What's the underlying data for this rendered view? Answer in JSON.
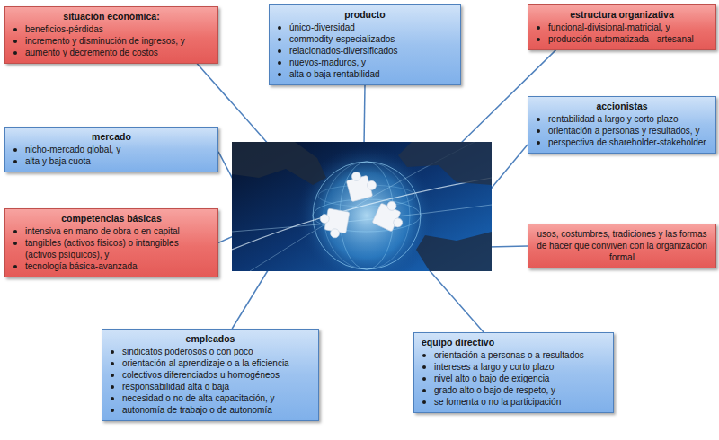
{
  "diagram": {
    "nodes": [
      {
        "text": [
          "situación económica:",
          "beneficios-pérdidas",
          "incremento y disminución de ingresos, y",
          "aumento y decremento de costos"
        ]
      },
      {
        "text": [
          "producto",
          "único-diversidad",
          "commodity-especializados",
          "relacionados-diversificados",
          "nuevos-maduros, y",
          "alta o baja rentabilidad"
        ]
      },
      {
        "text": [
          "estructura organizativa",
          "funcional-divisional-matricial, y",
          "producción automatizada - artesanal"
        ]
      },
      {
        "text": [
          "mercado",
          "nicho-mercado global, y",
          "alta y baja cuota"
        ]
      },
      {
        "text": [
          "accionistas",
          "rentabilidad a largo y corto plazo",
          "orientación a personas y resultados, y",
          "perspectiva de shareholder-stakeholder"
        ]
      },
      {
        "text": [
          "competencias básicas",
          "intensiva en mano de obra o en capital",
          "tangibles (activos físicos) o intangibles (activos psíquicos), y",
          "tecnología básica-avanzada"
        ]
      },
      {
        "text": [
          "usos, costumbres, tradiciones y las formas de hacer que conviven con la organización formal"
        ]
      },
      {
        "text": [
          "empleados",
          "sindicatos poderosos o con poco",
          "orientación al aprendizaje o a la eficiencia",
          "colectivos diferenciados u homogéneos",
          "responsabilidad alta o baja",
          "necesidad o no de alta capacitación, y",
          "autonomía de trabajo o de autonomía"
        ]
      },
      {
        "text": [
          "equipo directivo",
          "orientación a personas o a resultados",
          "intereses a largo y corto plazo",
          "nivel alto o bajo de exigencia",
          "grado alto o bajo de respeto, y",
          "se fomenta o no la participación"
        ]
      }
    ]
  }
}
